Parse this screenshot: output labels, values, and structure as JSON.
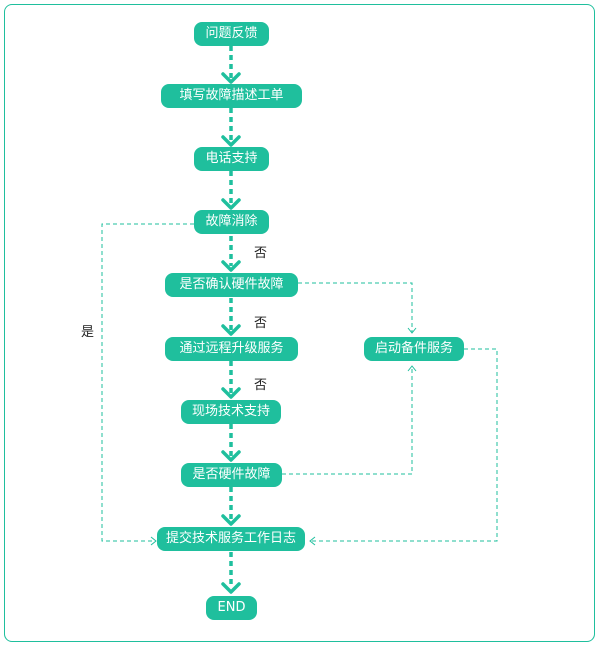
{
  "nodes": {
    "feedback": "问题反馈",
    "ticket": "填写故障描述工单",
    "phone": "电话支持",
    "cleared": "故障消除",
    "confirm_hw": "是否确认硬件故障",
    "remote": "通过远程升级服务",
    "backup": "启动备件服务",
    "onsite": "现场技术支持",
    "is_hw": "是否硬件故障",
    "submit": "提交技术服务工作日志",
    "end": "END"
  },
  "labels": {
    "yes": "是",
    "no1": "否",
    "no2": "否",
    "no3": "否"
  },
  "colors": {
    "accent": "#1fbf9d",
    "text_on_accent": "#ffffff"
  }
}
